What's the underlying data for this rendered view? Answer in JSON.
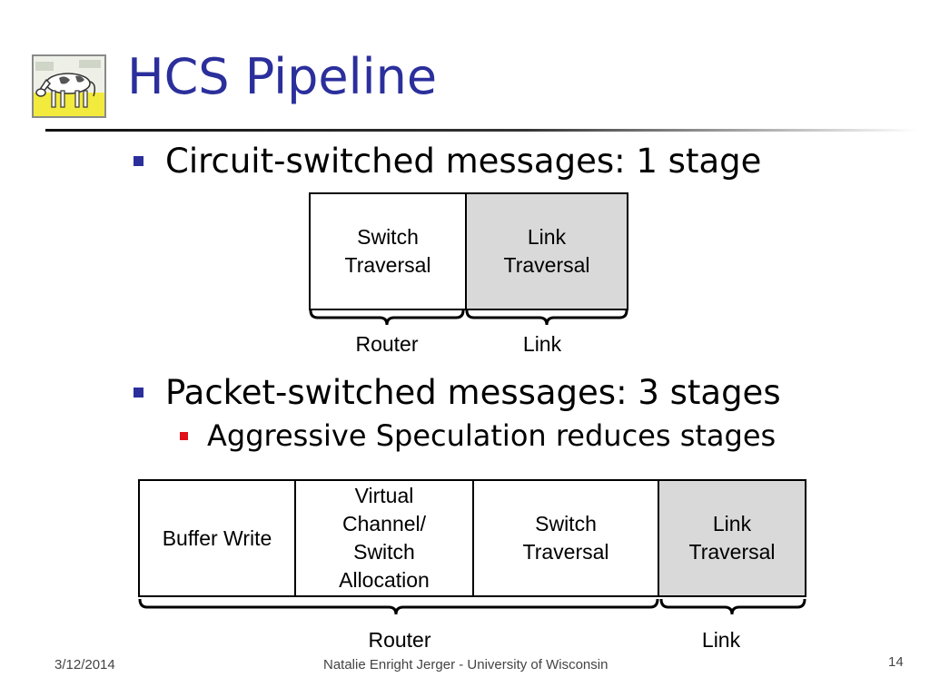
{
  "slide": {
    "title": "HCS Pipeline",
    "logo_icon": "cow-illustration-icon"
  },
  "bullets": {
    "b1": "Circuit-switched messages: 1 stage",
    "b2": "Packet-switched messages: 3 stages",
    "b2_sub": "Aggressive Speculation reduces stages"
  },
  "diagram1": {
    "boxes": [
      {
        "line1": "Switch",
        "line2": "Traversal",
        "fill": "#ffffff"
      },
      {
        "line1": "Link",
        "line2": "Traversal",
        "fill": "#d9d9d9"
      }
    ],
    "labels": {
      "router": "Router",
      "link": "Link"
    }
  },
  "diagram2": {
    "boxes": [
      {
        "lines": [
          "Buffer Write"
        ],
        "fill": "#ffffff"
      },
      {
        "lines": [
          "Virtual",
          "Channel/",
          "Switch",
          "Allocation"
        ],
        "fill": "#ffffff"
      },
      {
        "lines": [
          "Switch",
          "Traversal"
        ],
        "fill": "#ffffff"
      },
      {
        "lines": [
          "Link",
          "Traversal"
        ],
        "fill": "#d9d9d9"
      }
    ],
    "labels": {
      "router": "Router",
      "link": "Link"
    }
  },
  "footer": {
    "date": "3/12/2014",
    "author": "Natalie Enright Jerger - University of Wisconsin",
    "page": "14"
  },
  "colors": {
    "title": "#2b2f9c",
    "bullet_primary": "#2b2f9c",
    "bullet_secondary": "#e0101a",
    "shaded_box": "#d9d9d9"
  }
}
